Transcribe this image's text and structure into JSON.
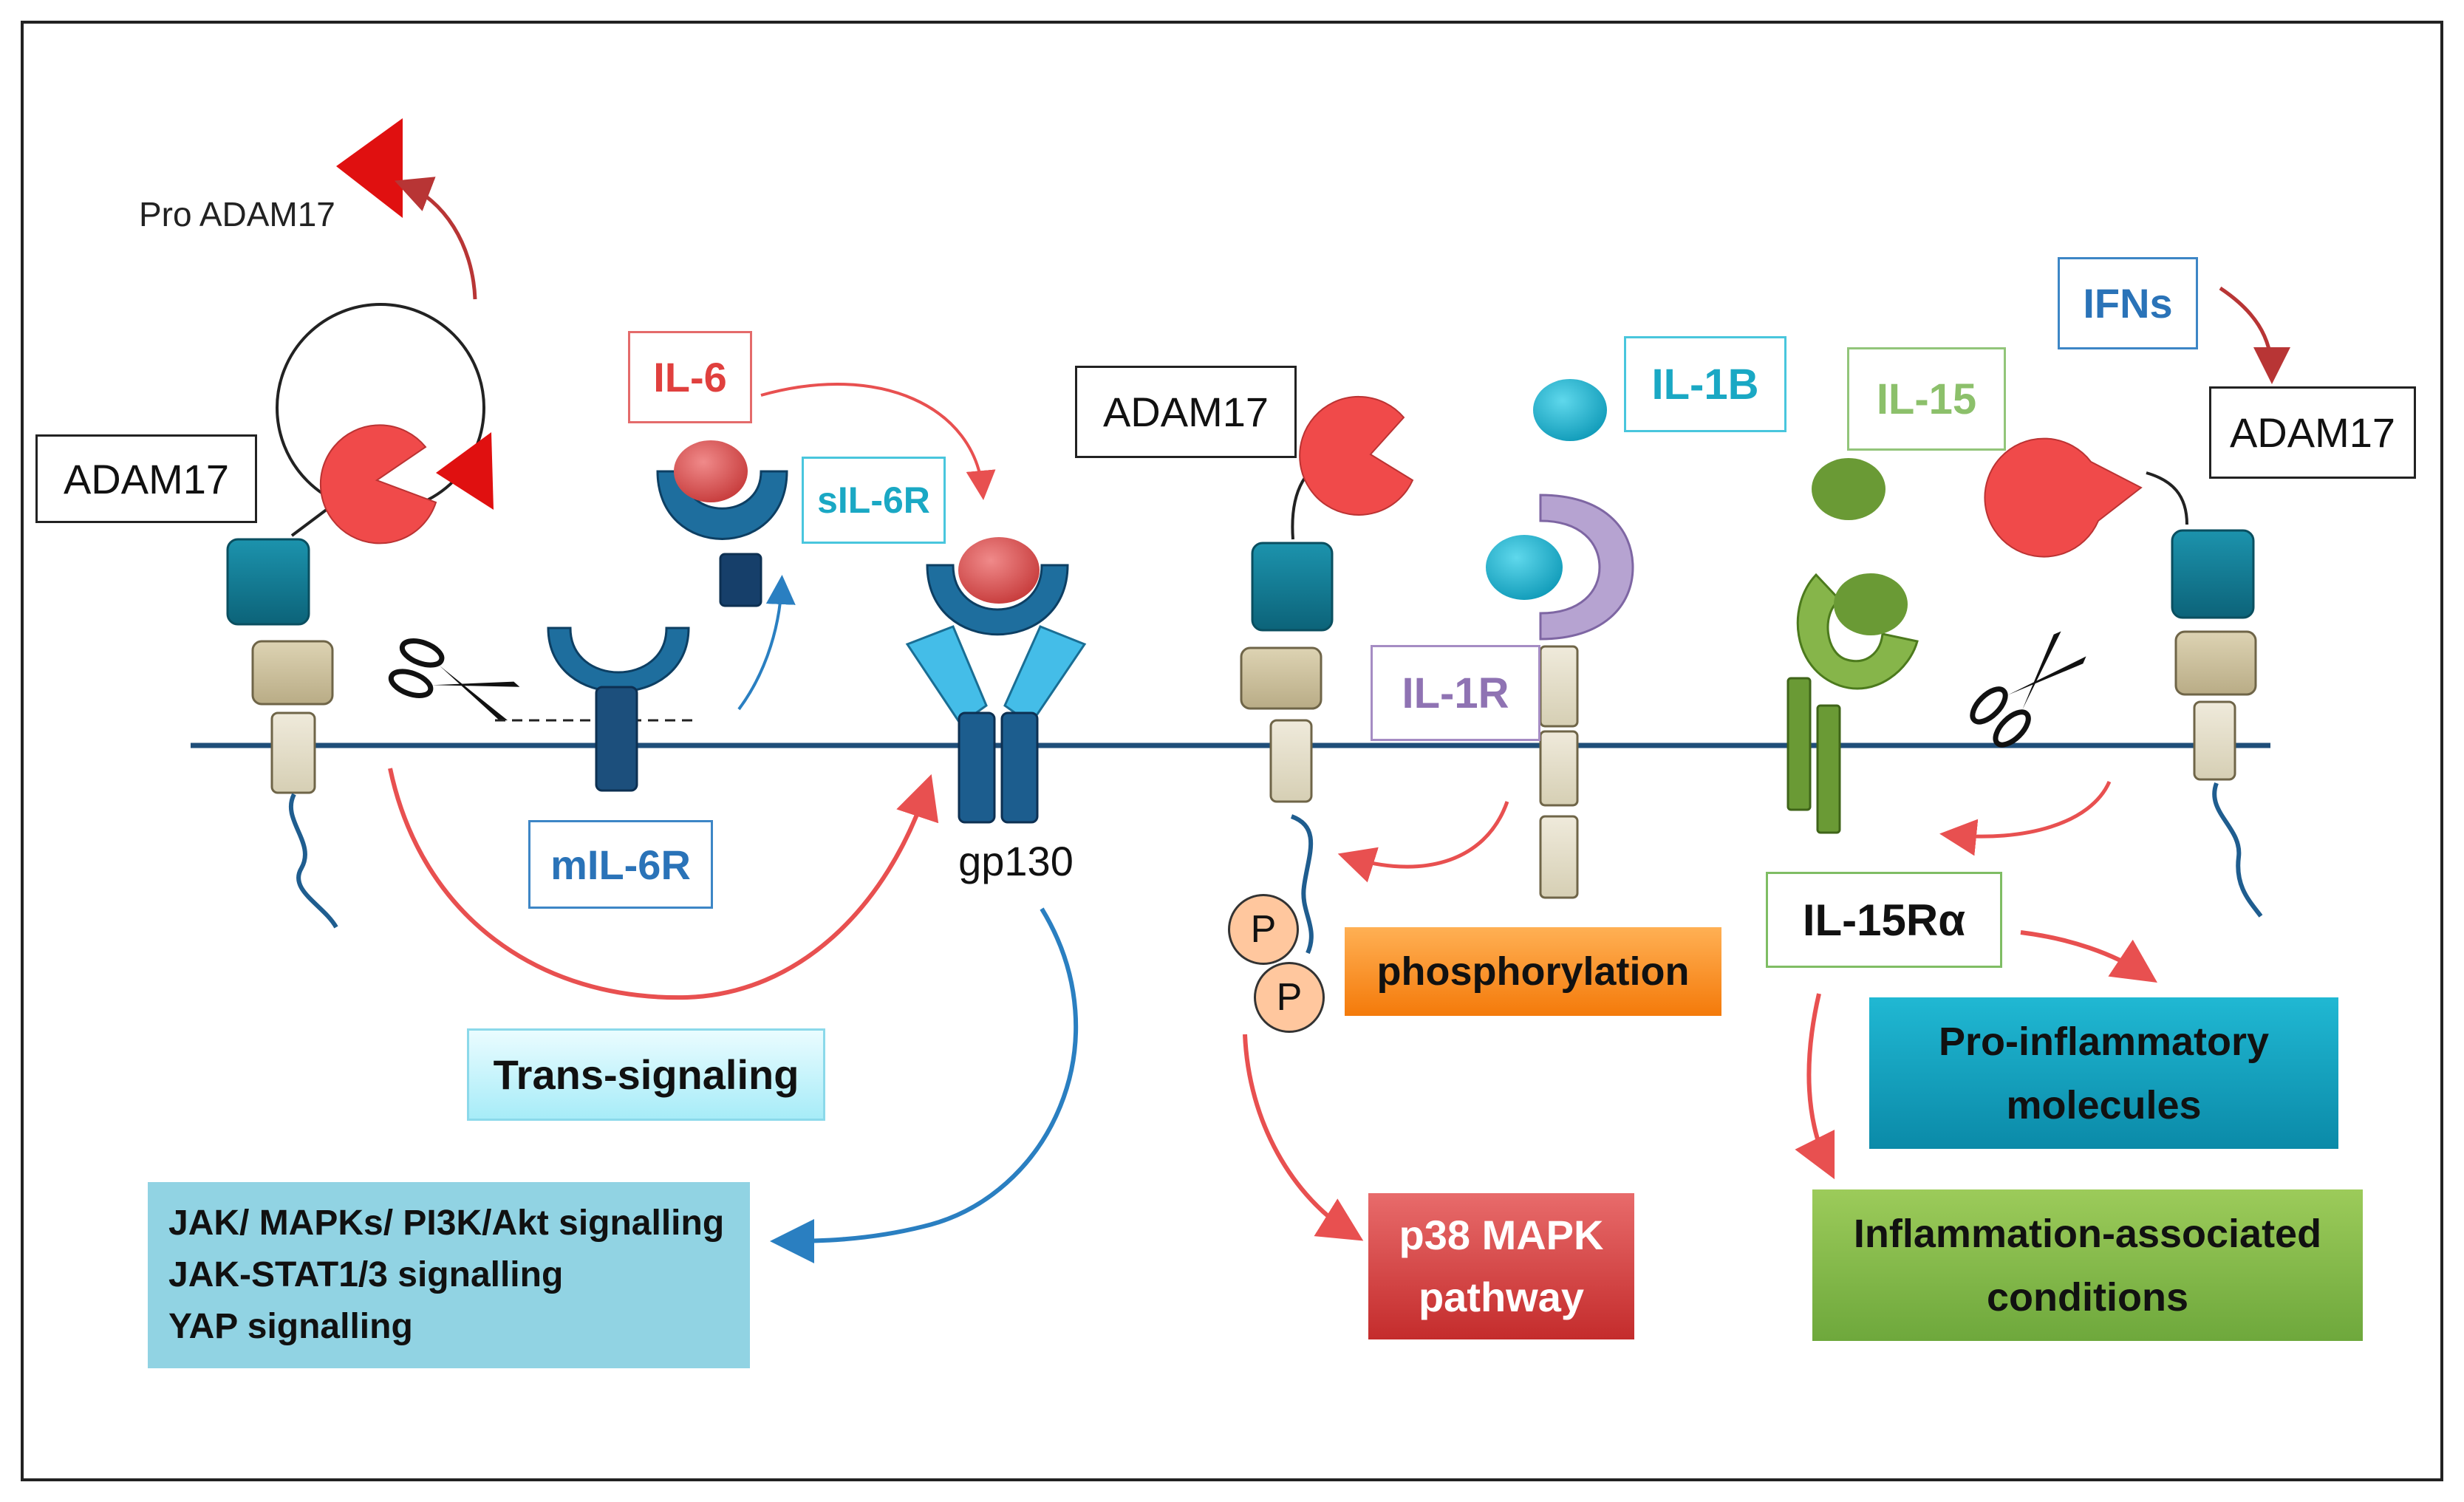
{
  "labels": {
    "pro_adam17": "Pro ADAM17",
    "adam17_left": "ADAM17",
    "il6": "IL-6",
    "sil6r": "sIL-6R",
    "mil6r": "mIL-6R",
    "gp130": "gp130",
    "trans_signaling": "Trans-signaling",
    "jak_lines": [
      "JAK/ MAPKs/ PI3K/Akt signalling",
      "JAK-STAT1/3 signalling",
      "YAP signalling"
    ],
    "adam17_mid": "ADAM17",
    "il1b": "IL-1B",
    "il1r": "IL-1R",
    "p1": "P",
    "p2": "P",
    "phosphorylation": "phosphorylation",
    "p38_lines": [
      "p38 MAPK",
      "pathway"
    ],
    "il15": "IL-15",
    "ifns": "IFNs",
    "adam17_right": "ADAM17",
    "il15ra": "IL-15Rα",
    "proinflammatory_lines": [
      "Pro-inflammatory",
      "molecules"
    ],
    "inflammation_lines": [
      "Inflammation-associated",
      "conditions"
    ]
  },
  "colors": {
    "adam17": "#f04a4a",
    "membrane": "#1f4e79",
    "teal_block": "#117c94",
    "tan_block": "#cbbf9c",
    "light_block": "#e5e0c9",
    "receptor_dark": "#1e5f8a",
    "receptor_light": "#44bde8",
    "il6_ligand": "#d84c4c",
    "il1b_ligand": "#22b8d4",
    "il1r": "#b6a3d1",
    "il15_ligand": "#6a9a35",
    "il15r": "#7faa3c",
    "arrow_red": "#e85050",
    "arrow_darkred": "#b83535",
    "arrow_blue": "#2a7fc1"
  }
}
